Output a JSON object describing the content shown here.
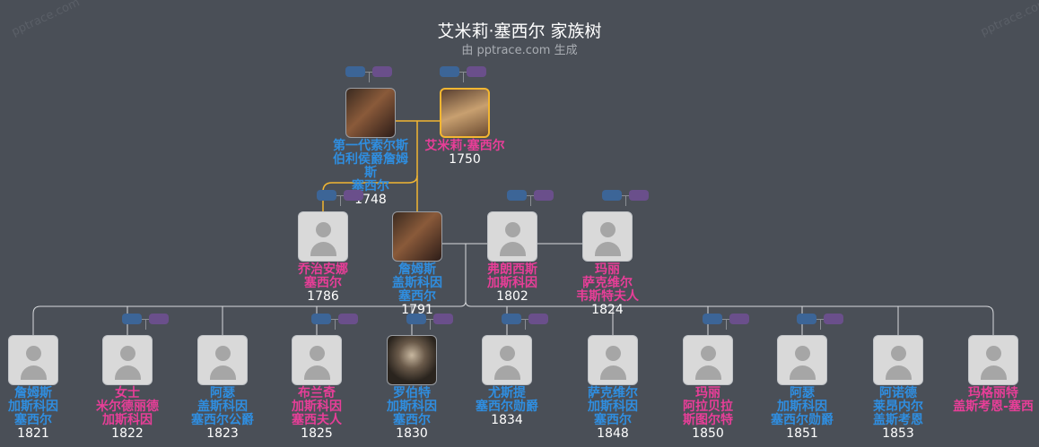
{
  "header": {
    "title": "艾米莉·塞西尔 家族树",
    "subtitle": "由 pptrace.com 生成",
    "watermark": "pptrace.com"
  },
  "colors": {
    "male": "#2f8ee0",
    "female": "#e83e98",
    "highlight": "#f2b632",
    "background": "#4a4f57"
  },
  "generation1": [
    {
      "name1": "第一代索尔斯伯利侯爵詹姆斯",
      "name2": "塞西尔",
      "year": "1748",
      "gender": "m",
      "photo": true
    },
    {
      "name1": "艾米莉·塞西尔",
      "year": "1750",
      "gender": "f",
      "photo": true,
      "highlighted": true
    }
  ],
  "generation2": [
    {
      "name1": "乔治安娜",
      "name2": "塞西尔",
      "year": "1786",
      "gender": "f"
    },
    {
      "name1": "詹姆斯",
      "name2": "盖斯科因",
      "name3": "塞西尔",
      "year": "1791",
      "gender": "m",
      "photo": true
    },
    {
      "name1": "弗朗西斯",
      "name2": "加斯科因",
      "year": "1802",
      "gender": "f"
    },
    {
      "name1": "玛丽",
      "name2": "萨克维尔",
      "name3": "韦斯特夫人",
      "year": "1824",
      "gender": "f"
    }
  ],
  "generation3": [
    {
      "name1": "詹姆斯",
      "name2": "加斯科因",
      "name3": "塞西尔",
      "year": "1821",
      "gender": "m"
    },
    {
      "name1": "女士",
      "name2": "米尔德丽德",
      "name3": "加斯科因",
      "year": "1822",
      "gender": "f"
    },
    {
      "name1": "阿瑟",
      "name2": "盖斯科因",
      "name3": "塞西尔公爵",
      "year": "1823",
      "gender": "m"
    },
    {
      "name1": "布兰奇",
      "name2": "加斯科因",
      "name3": "塞西夫人",
      "year": "1825",
      "gender": "f"
    },
    {
      "name1": "罗伯特",
      "name2": "加斯科因",
      "name3": "塞西尔",
      "year": "1830",
      "gender": "m",
      "photo": true
    },
    {
      "name1": "尤斯提",
      "name2": "塞西尔勋爵",
      "year": "1834",
      "gender": "m"
    },
    {
      "name1": "萨克维尔",
      "name2": "加斯科因",
      "name3": "塞西尔",
      "year": "1848",
      "gender": "m"
    },
    {
      "name1": "玛丽",
      "name2": "阿拉贝拉",
      "name3": "斯图尔特",
      "year": "1850",
      "gender": "f"
    },
    {
      "name1": "阿瑟",
      "name2": "加斯科因",
      "name3": "塞西尔勋爵",
      "year": "1851",
      "gender": "m"
    },
    {
      "name1": "阿诺德",
      "name2": "莱昂内尔",
      "name3": "盖斯考恩",
      "year": "1853",
      "gender": "m"
    },
    {
      "name1": "玛格丽特",
      "name2": "盖斯考恩-塞西",
      "gender": "f"
    }
  ]
}
